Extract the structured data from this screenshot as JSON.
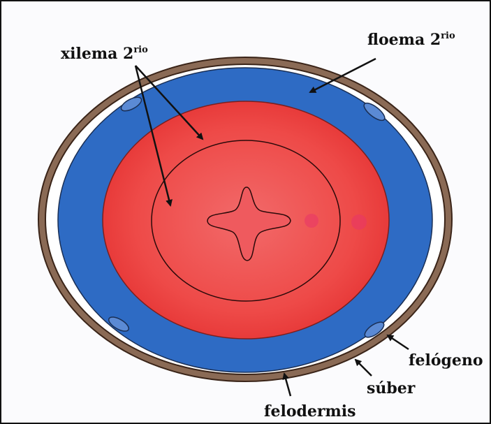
{
  "labels": {
    "xilema": {
      "text": "xilema 2",
      "sup": "rio"
    },
    "floema": {
      "text": "floema 2",
      "sup": "rio"
    },
    "felogeno": {
      "text": "felógeno"
    },
    "suber": {
      "text": "súber"
    },
    "felodermis": {
      "text": "felodermis"
    }
  },
  "colors": {
    "background": "#fbfbfd",
    "periderm_ring": "#8a6a55",
    "periderm_outline": "#3a2418",
    "phloem": "#2e6bc4",
    "xylem": "#ec3b3b",
    "pith_star": "#f06060",
    "arrow": "#111111"
  }
}
